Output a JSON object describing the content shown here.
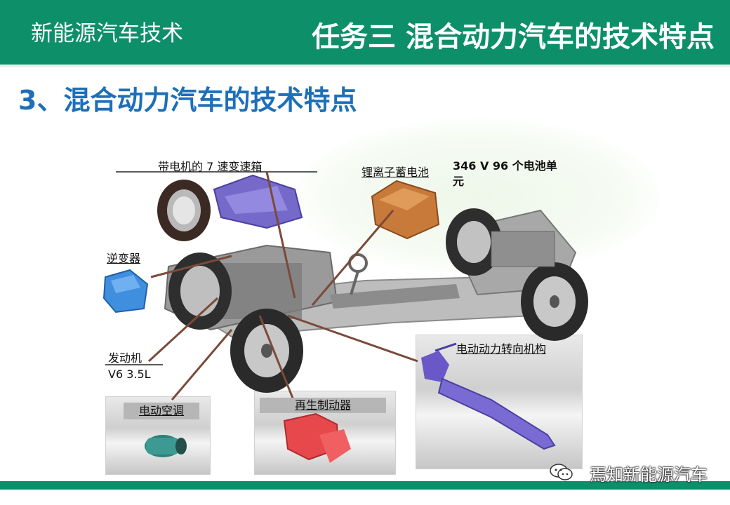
{
  "header": {
    "course_title": "新能源汽车技术",
    "task_title": "任务三  混合动力汽车的技术特点"
  },
  "section_title": "3、混合动力汽车的技术特点",
  "labels": {
    "transmission": "带电机的 7 速变速箱",
    "battery": "锂离子蓄电池",
    "battery_spec": "346 V  96 个电池单元",
    "inverter": "逆变器",
    "engine": "发动机",
    "engine_spec": "V6 3.5L",
    "ac": "电动空调",
    "brake": "再生制动器",
    "steering": "电动动力转向机构"
  },
  "watermark": "焉知新能源汽车",
  "colors": {
    "header_green": "#0d8f6a",
    "title_blue": "#1e6fb8",
    "arrow_brown": "#7a4a3a"
  }
}
